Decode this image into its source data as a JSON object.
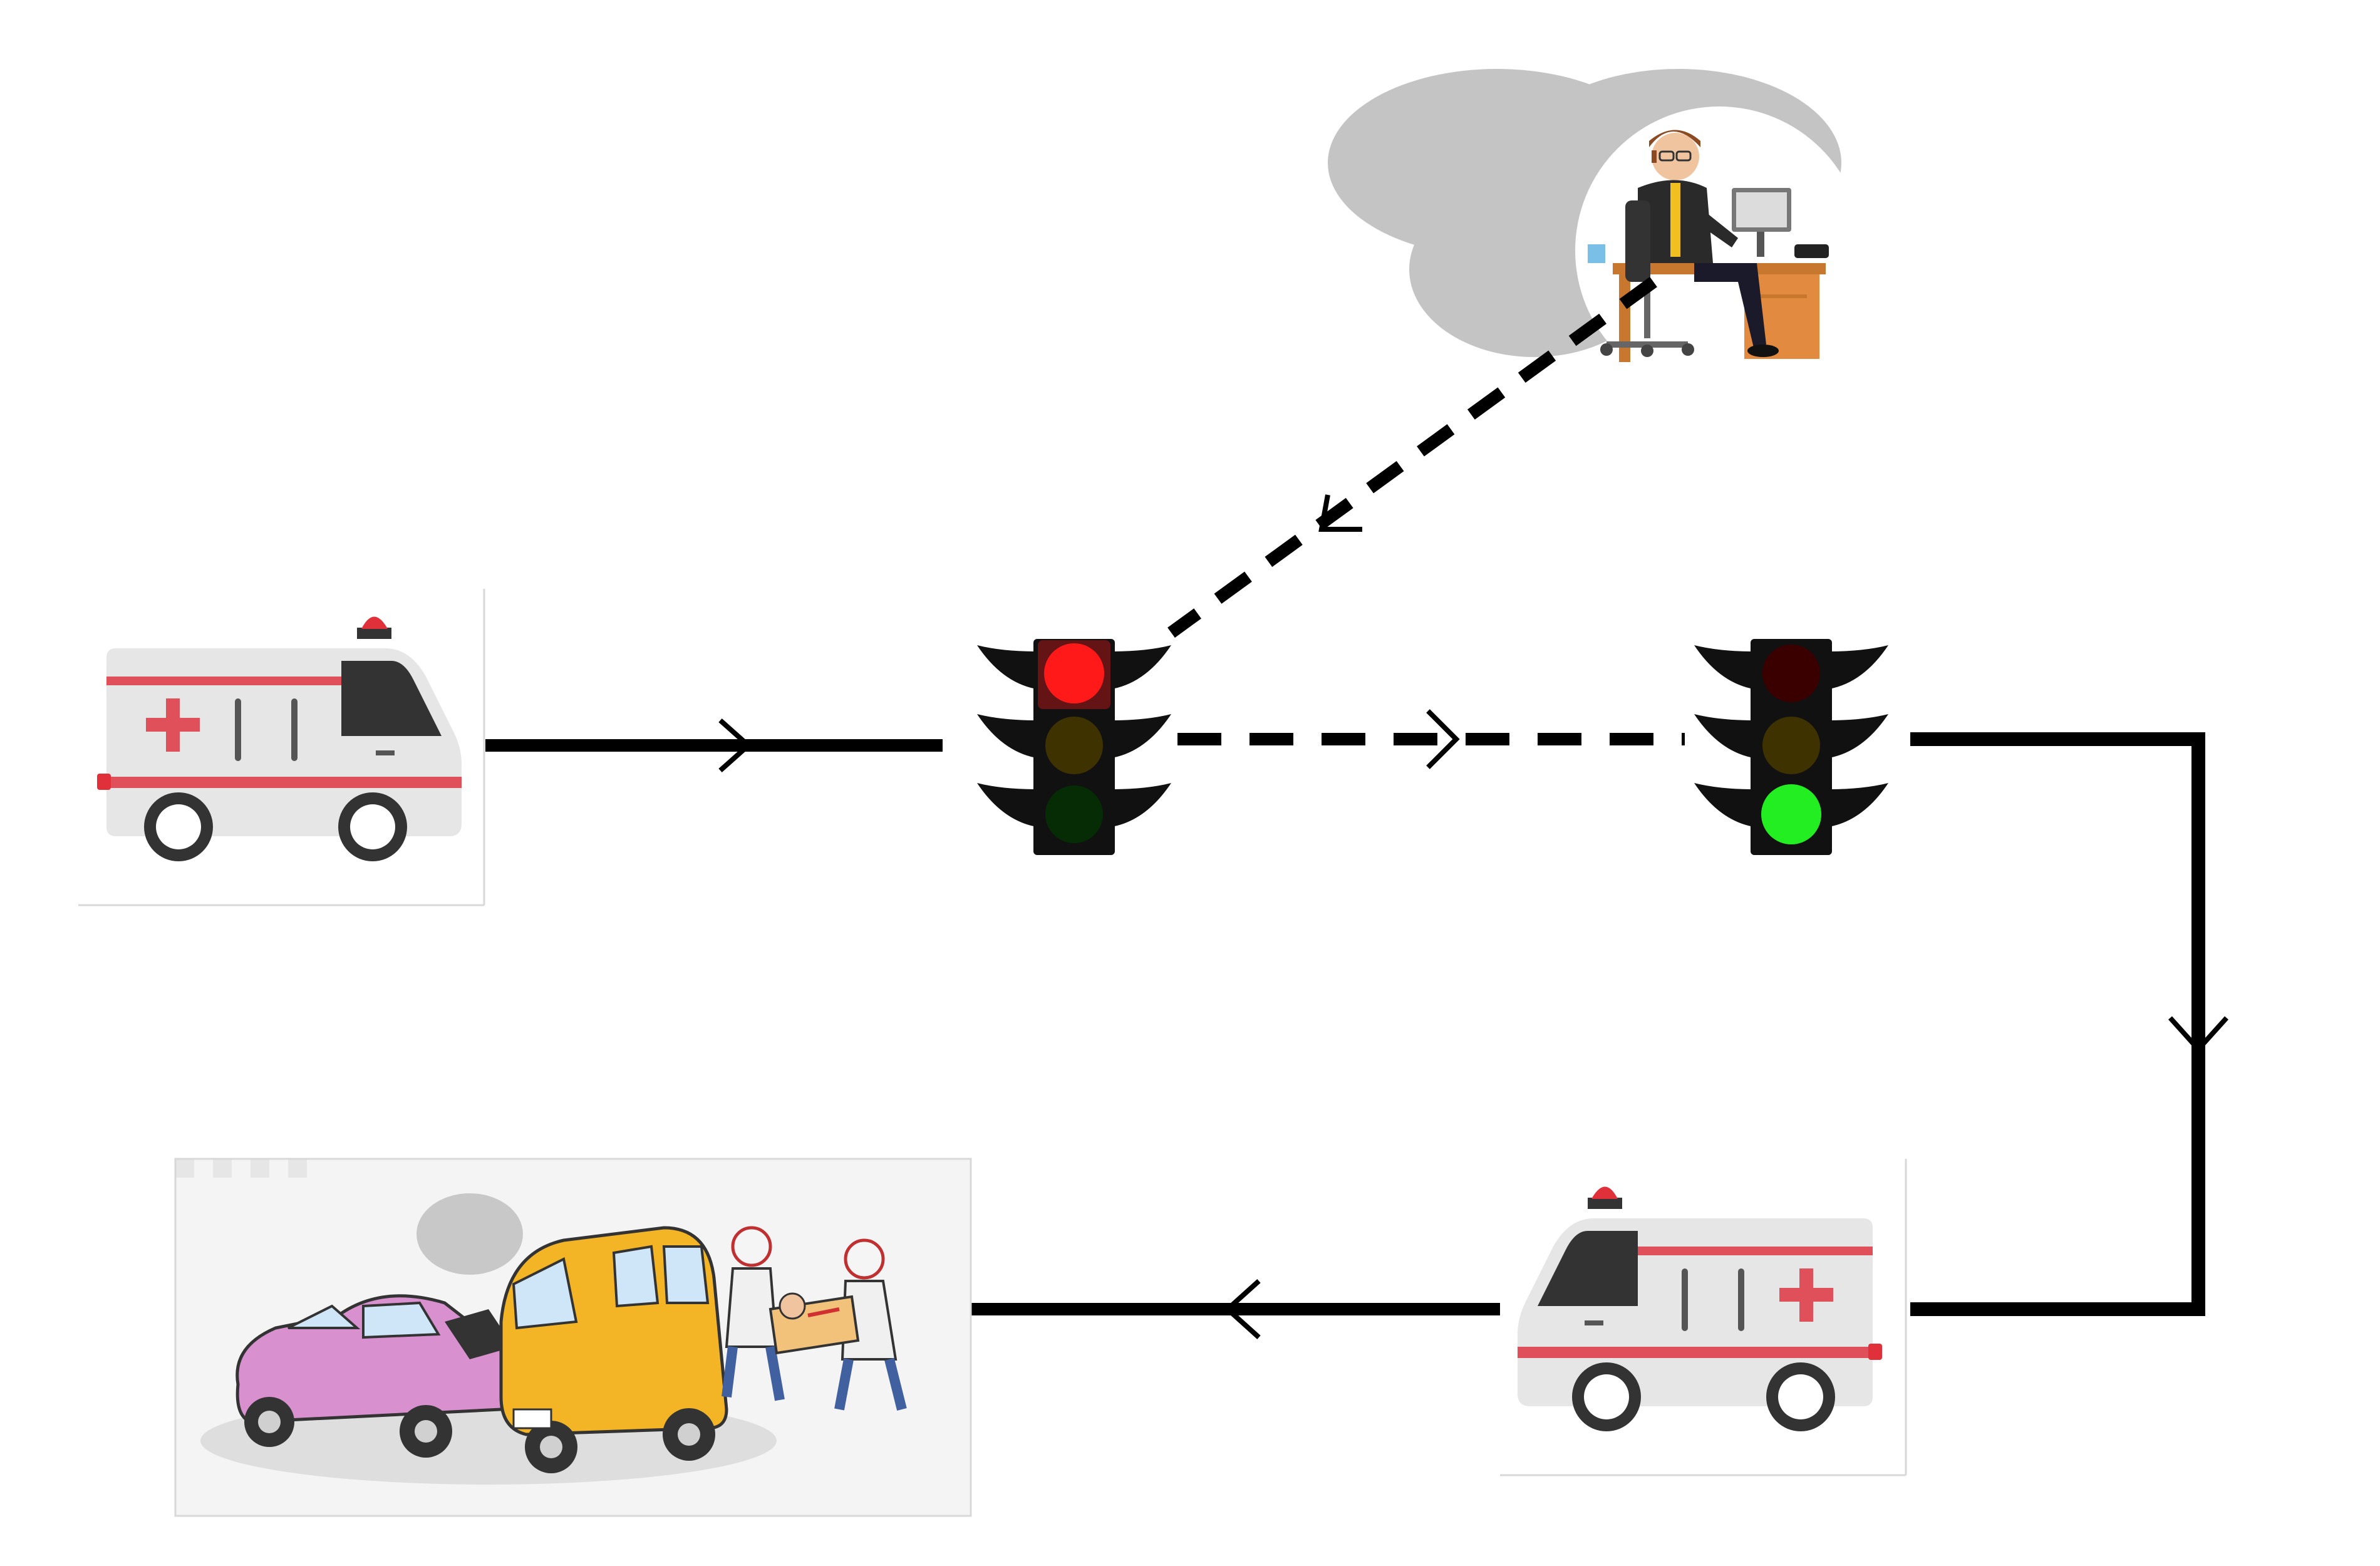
{
  "diagram": {
    "background": "#ffffff",
    "line_color": "#000000",
    "cloud_color": "#c4c4c4",
    "nodes": [
      {
        "id": "ambulance-start",
        "kind": "ambulance",
        "facing": "right"
      },
      {
        "id": "traffic-light-red",
        "kind": "traffic-light",
        "active": "red"
      },
      {
        "id": "traffic-light-green",
        "kind": "traffic-light",
        "active": "green"
      },
      {
        "id": "ambulance-return",
        "kind": "ambulance",
        "facing": "left"
      },
      {
        "id": "accident-scene",
        "kind": "accident"
      },
      {
        "id": "control-center",
        "kind": "operator-at-desk",
        "container": "cloud"
      }
    ],
    "edges": [
      {
        "from": "ambulance-start",
        "to": "traffic-light-red",
        "style": "solid"
      },
      {
        "from": "traffic-light-red",
        "to": "traffic-light-green",
        "style": "dashed"
      },
      {
        "from": "traffic-light-green",
        "to": "ambulance-return",
        "style": "solid"
      },
      {
        "from": "ambulance-return",
        "to": "accident-scene",
        "style": "solid"
      },
      {
        "from": "control-center",
        "to": "traffic-light-red",
        "style": "dashed"
      }
    ],
    "colors": {
      "light_red_on": "#ff1a1a",
      "light_red_off": "#3a0000",
      "light_amber_off": "#3d3200",
      "light_green_on": "#22ee22",
      "light_green_off": "#062c06",
      "ambulance_stripe": "#e0505a",
      "ambulance_body": "#e6e6e6"
    }
  }
}
